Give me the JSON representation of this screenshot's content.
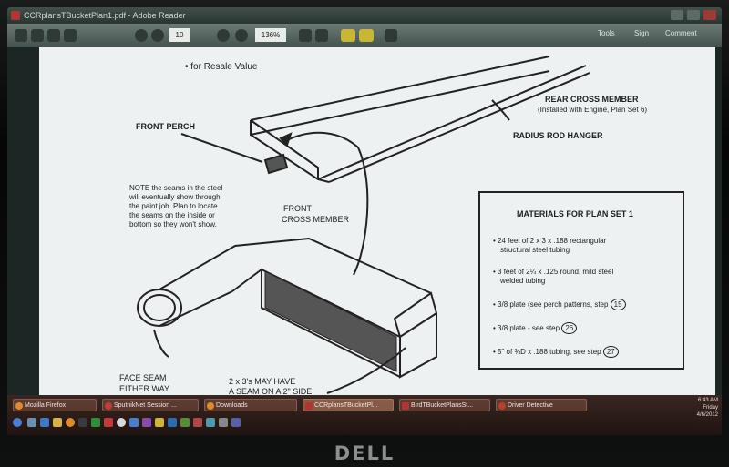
{
  "window": {
    "title": "CCRplansTBucketPlan1.pdf - Adobe Reader"
  },
  "toolbar": {
    "page": "10",
    "zoom": "136%",
    "tools": "Tools",
    "sign": "Sign",
    "comment": "Comment"
  },
  "document": {
    "resale": "• for Resale Value",
    "front_perch": "FRONT PERCH",
    "rear_cross_1": "REAR CROSS MEMBER",
    "rear_cross_2": "(Installed with Engine, Plan Set 6)",
    "radius_rod": "RADIUS ROD HANGER",
    "note": [
      "NOTE the seams in the steel",
      "will eventually show through",
      "the paint job. Plan to locate",
      "the seams on the inside or",
      "bottom so they won't show."
    ],
    "front_cross_1": "FRONT",
    "front_cross_2": "CROSS MEMBER",
    "face_seam_1": "FACE SEAM",
    "face_seam_2": "EITHER WAY",
    "seam_note_1": "2 x 3's MAY HAVE",
    "seam_note_2": "A SEAM ON A 2\" SIDE",
    "materials": {
      "title": "MATERIALS FOR PLAN SET 1",
      "items": [
        {
          "text": [
            "24 feet of 2 x 3 x .188 rectangular",
            "structural steel tubing"
          ],
          "step": ""
        },
        {
          "text": [
            "3 feet of 2¼ x .125 round, mild steel",
            "welded tubing"
          ],
          "step": ""
        },
        {
          "text": [
            "3/8 plate (see perch patterns, step"
          ],
          "step": "15"
        },
        {
          "text": [
            "3/8 plate - see step"
          ],
          "step": "26"
        },
        {
          "text": [
            "5\" of ¾D x .188 tubing, see step"
          ],
          "step": "27"
        }
      ]
    }
  },
  "taskbar": {
    "row1": [
      "Mozilla Firefox",
      "SputnikNet Session ...",
      "Downloads",
      "CCRplansTBucketPl...",
      "BirdTBucketPlansSt...",
      "Driver Detective"
    ],
    "time": "6:43 AM",
    "day": "Friday",
    "date": "4/6/2012"
  },
  "brand": "DELL"
}
